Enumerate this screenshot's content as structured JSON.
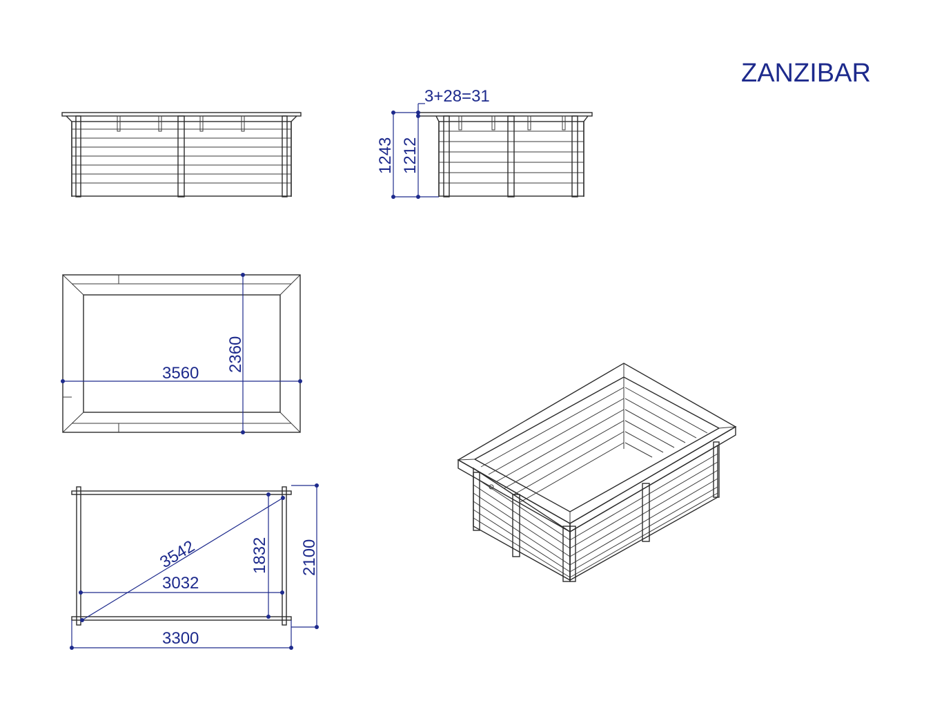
{
  "title": "ZANZIBAR",
  "colors": {
    "dimension": "#1d2a8c",
    "line": "#2b2b2b",
    "background": "#ffffff"
  },
  "side_view": {
    "plank_note": "3+28=31",
    "height_total": "1243",
    "height_body": "1212"
  },
  "top_view": {
    "length": "3560",
    "width": "2360"
  },
  "frame_view": {
    "diagonal": "3542",
    "inner_width": "1832",
    "outer_width": "2100",
    "inner_length": "3032",
    "outer_length": "3300"
  }
}
